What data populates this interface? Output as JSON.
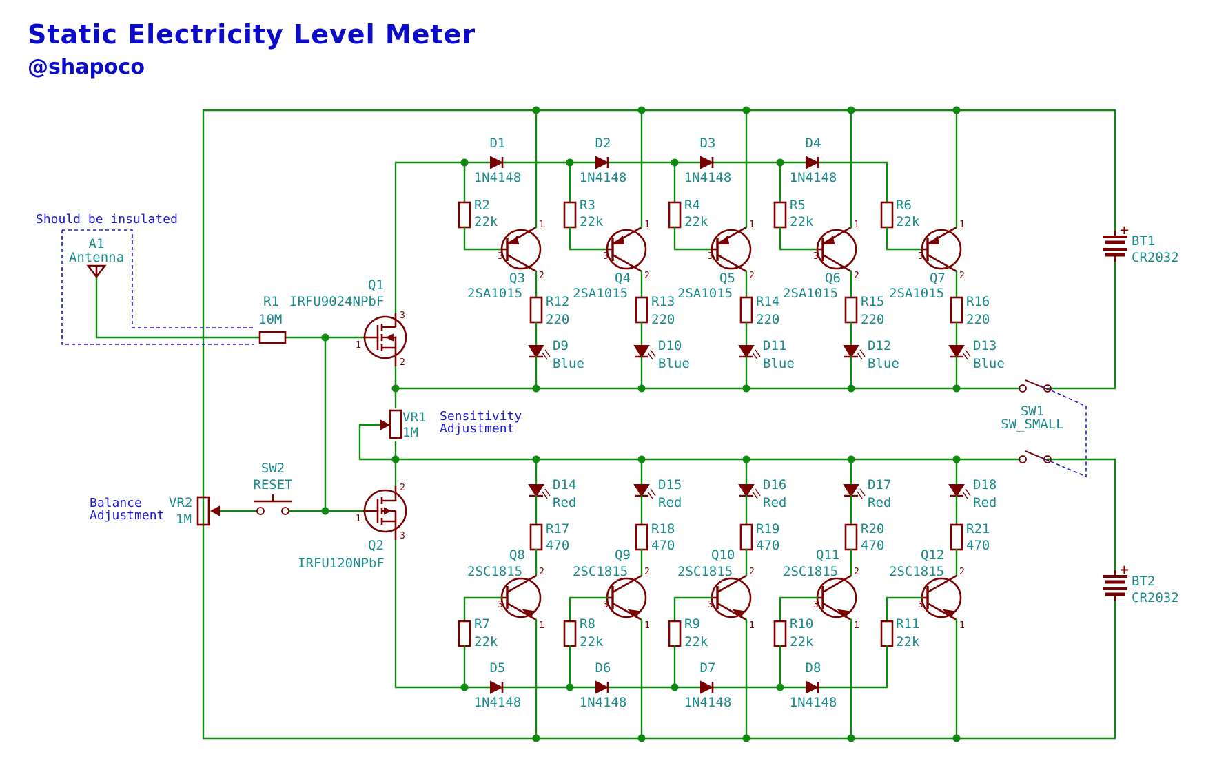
{
  "header": {
    "title": "Static Electricity Level Meter",
    "author": "@shapoco"
  },
  "notes": {
    "insulated": "Should be insulated",
    "sensitivity_1": "Sensitivity",
    "sensitivity_2": "Adjustment",
    "balance_1": "Balance",
    "balance_2": "Adjustment"
  },
  "colors": {
    "wire": "#0f8a0f",
    "component": "#7a0000",
    "label": "#1b8a8a",
    "note": "#1a1ad2",
    "title": "#0a0ac8"
  },
  "components": {
    "A1": {
      "ref": "A1",
      "value": "Antenna"
    },
    "R1": {
      "ref": "R1",
      "value": "10M"
    },
    "Q1": {
      "ref": "Q1",
      "value": "IRFU9024NPbF"
    },
    "Q2": {
      "ref": "Q2",
      "value": "IRFU120NPbF"
    },
    "VR1": {
      "ref": "VR1",
      "value": "1M"
    },
    "VR2": {
      "ref": "VR2",
      "value": "1M"
    },
    "SW1": {
      "ref": "SW1",
      "value": "SW_SMALL"
    },
    "SW2": {
      "ref": "SW2",
      "value": "RESET"
    },
    "BT1": {
      "ref": "BT1",
      "value": "CR2032"
    },
    "BT2": {
      "ref": "BT2",
      "value": "CR2032"
    }
  },
  "top_stages": [
    {
      "diode": "D1",
      "diode_value": "1N4148",
      "rb": "R2",
      "rb_value": "22k",
      "q": "Q3",
      "q_value": "2SA1015",
      "rc": "R12",
      "rc_value": "220",
      "led": "D9",
      "led_value": "Blue"
    },
    {
      "diode": "D2",
      "diode_value": "1N4148",
      "rb": "R3",
      "rb_value": "22k",
      "q": "Q4",
      "q_value": "2SA1015",
      "rc": "R13",
      "rc_value": "220",
      "led": "D10",
      "led_value": "Blue"
    },
    {
      "diode": "D3",
      "diode_value": "1N4148",
      "rb": "R4",
      "rb_value": "22k",
      "q": "Q5",
      "q_value": "2SA1015",
      "rc": "R14",
      "rc_value": "220",
      "led": "D11",
      "led_value": "Blue"
    },
    {
      "diode": "D4",
      "diode_value": "1N4148",
      "rb": "R5",
      "rb_value": "22k",
      "q": "Q6",
      "q_value": "2SA1015",
      "rc": "R15",
      "rc_value": "220",
      "led": "D12",
      "led_value": "Blue"
    },
    {
      "diode": "",
      "diode_value": "",
      "rb": "R6",
      "rb_value": "22k",
      "q": "Q7",
      "q_value": "2SA1015",
      "rc": "R16",
      "rc_value": "220",
      "led": "D13",
      "led_value": "Blue"
    }
  ],
  "bottom_stages": [
    {
      "diode": "D5",
      "diode_value": "1N4148",
      "rb": "R7",
      "rb_value": "22k",
      "q": "Q8",
      "q_value": "2SC1815",
      "rc": "R17",
      "rc_value": "470",
      "led": "D14",
      "led_value": "Red"
    },
    {
      "diode": "D6",
      "diode_value": "1N4148",
      "rb": "R8",
      "rb_value": "22k",
      "q": "Q9",
      "q_value": "2SC1815",
      "rc": "R18",
      "rc_value": "470",
      "led": "D15",
      "led_value": "Red"
    },
    {
      "diode": "D7",
      "diode_value": "1N4148",
      "rb": "R9",
      "rb_value": "22k",
      "q": "Q10",
      "q_value": "2SC1815",
      "rc": "R19",
      "rc_value": "470",
      "led": "D16",
      "led_value": "Red"
    },
    {
      "diode": "D8",
      "diode_value": "1N4148",
      "rb": "R10",
      "rb_value": "22k",
      "q": "Q11",
      "q_value": "2SC1815",
      "rc": "R20",
      "rc_value": "470",
      "led": "D17",
      "led_value": "Red"
    },
    {
      "diode": "",
      "diode_value": "",
      "rb": "R11",
      "rb_value": "22k",
      "q": "Q12",
      "q_value": "2SC1815",
      "rc": "R21",
      "rc_value": "470",
      "led": "D18",
      "led_value": "Red"
    }
  ],
  "pins": {
    "p1": "1",
    "p2": "2",
    "p3": "3"
  }
}
